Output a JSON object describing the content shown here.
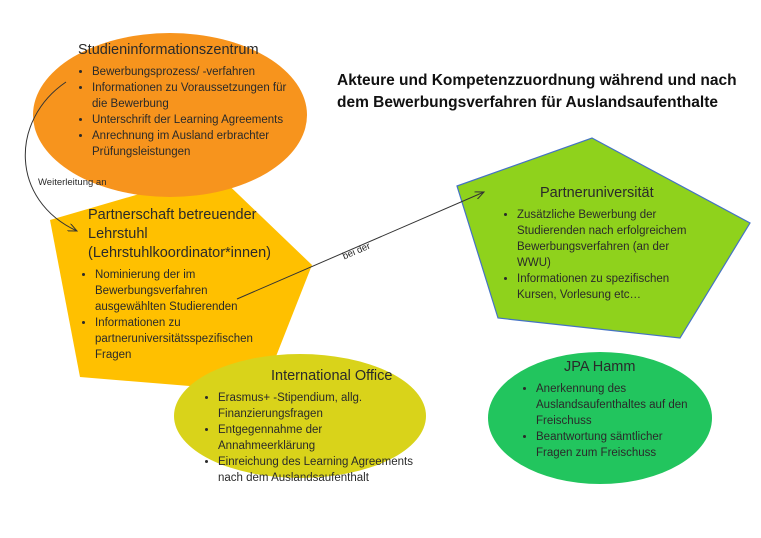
{
  "title": "Akteure und Kompetenzzuordnung während und nach dem Bewerbungsverfahren für Auslandsaufenthalte",
  "colors": {
    "sz": "#F7941D",
    "lehrstuhl": "#FFC000",
    "partner": "#8FD21C",
    "io": "#D9D31A",
    "jpa": "#22C55E",
    "edge": "#4472C4"
  },
  "nodes": {
    "sz": {
      "title": "Studieninformationszentrum",
      "items": [
        "Bewerbungsprozess/ -verfahren",
        "Informationen zu Voraussetzungen für die Bewerbung",
        "Unterschrift der Learning Agreements",
        "Anrechnung im Ausland erbrachter Prüfungsleistungen"
      ]
    },
    "lehrstuhl": {
      "title": "Partnerschaft betreuender Lehrstuhl (Lehrstuhlkoordinator*innen)",
      "items": [
        "Nominierung der im Bewerbungsverfahren ausgewählten Studierenden",
        "Informationen zu partneruniversitätsspezifischen Fragen"
      ]
    },
    "partner": {
      "title": "Partneruniversität",
      "items": [
        "Zusätzliche Bewerbung der Studierenden nach erfolgreichem Bewerbungsverfahren (an der WWU)",
        "Informationen zu spezifischen Kursen, Vorlesung etc…"
      ]
    },
    "io": {
      "title": "International Office",
      "items": [
        "Erasmus+ -Stipendium, allg. Finanzierungsfragen",
        "Entgegennahme der Annahmeerklärung",
        "Einreichung des Learning Agreements nach dem Auslandsaufenthalt"
      ]
    },
    "jpa": {
      "title": "JPA Hamm",
      "items": [
        "Anerkennung des Auslandsaufenthaltes auf den Freischuss",
        "Beantwortung sämtlicher Fragen zum Freischuss"
      ]
    }
  },
  "edges": {
    "weiterleitung": "Weiterleitung an",
    "bei_der": "bei der"
  }
}
